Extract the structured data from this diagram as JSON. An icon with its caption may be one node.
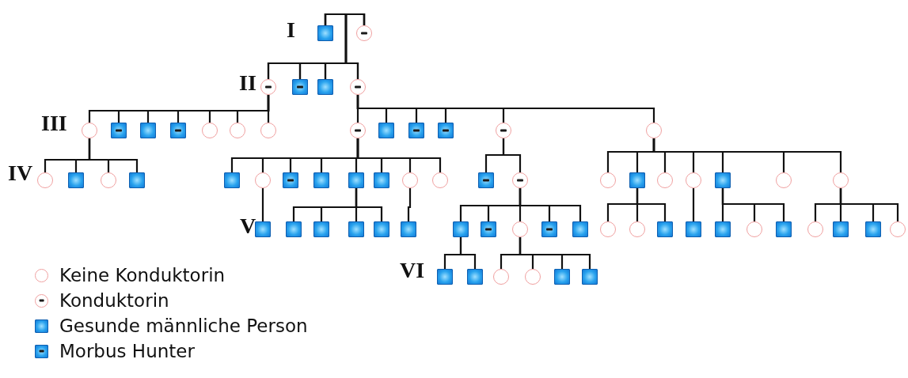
{
  "diagram": {
    "nodes": [
      {
        "text": [],
        "shape": "box"
      },
      {
        "text": [],
        "shape": "minus-circle"
      },
      {
        "text": [],
        "shape": "minus-circle"
      },
      {
        "text": [],
        "shape": "minus-box"
      },
      {
        "text": [],
        "shape": "box"
      },
      {
        "text": [],
        "shape": "minus-circle"
      },
      {
        "text": [],
        "shape": "circle"
      },
      {
        "text": [],
        "shape": "minus-box"
      },
      {
        "text": [],
        "shape": "box"
      },
      {
        "text": [],
        "shape": "minus-box"
      },
      {
        "text": [],
        "shape": "circle"
      },
      {
        "text": [],
        "shape": "circle"
      },
      {
        "text": [],
        "shape": "circle"
      },
      {
        "text": [],
        "shape": "minus-circle"
      },
      {
        "text": [],
        "shape": "box"
      },
      {
        "text": [],
        "shape": "minus-box"
      },
      {
        "text": [],
        "shape": "minus-box"
      },
      {
        "text": [],
        "shape": "minus-circle"
      },
      {
        "text": [],
        "shape": "circle"
      },
      {
        "text": [],
        "shape": "circle"
      },
      {
        "text": [],
        "shape": "box"
      },
      {
        "text": [],
        "shape": "circle"
      },
      {
        "text": [],
        "shape": "box"
      },
      {
        "text": [],
        "shape": "box"
      },
      {
        "text": [],
        "shape": "circle"
      },
      {
        "text": [],
        "shape": "minus-box"
      },
      {
        "text": [],
        "shape": "box"
      },
      {
        "text": [],
        "shape": "box"
      },
      {
        "text": [],
        "shape": "box"
      },
      {
        "text": [],
        "shape": "circle"
      },
      {
        "text": [],
        "shape": "circle"
      },
      {
        "text": [],
        "shape": "minus-box"
      },
      {
        "text": [],
        "shape": "minus-circle"
      },
      {
        "text": [],
        "shape": "circle"
      },
      {
        "text": [],
        "shape": "box"
      },
      {
        "text": [],
        "shape": "circle"
      },
      {
        "text": [],
        "shape": "circle"
      },
      {
        "text": [],
        "shape": "box"
      },
      {
        "text": [],
        "shape": "circle"
      },
      {
        "text": [],
        "shape": "circle"
      },
      {
        "text": [],
        "shape": "box"
      },
      {
        "text": [],
        "shape": "box"
      },
      {
        "text": [],
        "shape": "box"
      },
      {
        "text": [],
        "shape": "box"
      },
      {
        "text": [],
        "shape": "box"
      },
      {
        "text": [],
        "shape": "box"
      },
      {
        "text": [],
        "shape": "box"
      },
      {
        "text": [],
        "shape": "minus-box"
      },
      {
        "text": [],
        "shape": "circle"
      },
      {
        "text": [],
        "shape": "minus-box"
      },
      {
        "text": [],
        "shape": "box"
      },
      {
        "text": [],
        "shape": "circle"
      },
      {
        "text": [],
        "shape": "circle"
      },
      {
        "text": [],
        "shape": "box"
      },
      {
        "text": [],
        "shape": "box"
      },
      {
        "text": [],
        "shape": "box"
      },
      {
        "text": [],
        "shape": "circle"
      },
      {
        "text": [],
        "shape": "box"
      },
      {
        "text": [],
        "shape": "circle"
      },
      {
        "text": [],
        "shape": "box"
      },
      {
        "text": [],
        "shape": "box"
      },
      {
        "text": [],
        "shape": "circle"
      },
      {
        "text": [],
        "shape": "box"
      },
      {
        "text": [],
        "shape": "box"
      },
      {
        "text": [],
        "shape": "circle"
      },
      {
        "text": [],
        "shape": "circle"
      },
      {
        "text": [],
        "shape": "box"
      },
      {
        "text": [],
        "shape": "box"
      }
    ],
    "edges": [
      {
        "from": 0,
        "to": 2,
        "arrow": "none"
      },
      {
        "from": 0,
        "to": 3,
        "arrow": "none"
      },
      {
        "from": 0,
        "to": 4,
        "arrow": "none"
      },
      {
        "from": 0,
        "to": 5,
        "arrow": "none"
      },
      {
        "from": 1,
        "to": 2,
        "arrow": "none"
      },
      {
        "from": 1,
        "to": 3,
        "arrow": "none"
      },
      {
        "from": 1,
        "to": 4,
        "arrow": "none"
      },
      {
        "from": 1,
        "to": 5,
        "arrow": "none"
      },
      {
        "from": 2,
        "to": 6,
        "arrow": "none"
      },
      {
        "from": 2,
        "to": 7,
        "arrow": "none"
      },
      {
        "from": 2,
        "to": 8,
        "arrow": "none"
      },
      {
        "from": 2,
        "to": 9,
        "arrow": "none"
      },
      {
        "from": 2,
        "to": 10,
        "arrow": "none"
      },
      {
        "from": 2,
        "to": 11,
        "arrow": "none"
      },
      {
        "from": 2,
        "to": 12,
        "arrow": "none"
      },
      {
        "from": 5,
        "to": 13,
        "arrow": "none"
      },
      {
        "from": 5,
        "to": 14,
        "arrow": "none"
      },
      {
        "from": 5,
        "to": 15,
        "arrow": "none"
      },
      {
        "from": 5,
        "to": 16,
        "arrow": "none"
      },
      {
        "from": 5,
        "to": 17,
        "arrow": "none"
      },
      {
        "from": 5,
        "to": 18,
        "arrow": "none"
      },
      {
        "from": 6,
        "to": 19,
        "arrow": "none"
      },
      {
        "from": 6,
        "to": 20,
        "arrow": "none"
      },
      {
        "from": 6,
        "to": 21,
        "arrow": "none"
      },
      {
        "from": 6,
        "to": 22,
        "arrow": "none"
      },
      {
        "from": 13,
        "to": 23,
        "arrow": "none"
      },
      {
        "from": 13,
        "to": 24,
        "arrow": "none"
      },
      {
        "from": 13,
        "to": 25,
        "arrow": "none"
      },
      {
        "from": 13,
        "to": 26,
        "arrow": "none"
      },
      {
        "from": 13,
        "to": 27,
        "arrow": "none"
      },
      {
        "from": 13,
        "to": 28,
        "arrow": "none"
      },
      {
        "from": 13,
        "to": 29,
        "arrow": "none"
      },
      {
        "from": 13,
        "to": 30,
        "arrow": "none"
      },
      {
        "from": 17,
        "to": 31,
        "arrow": "none"
      },
      {
        "from": 17,
        "to": 32,
        "arrow": "none"
      },
      {
        "from": 18,
        "to": 33,
        "arrow": "none"
      },
      {
        "from": 18,
        "to": 34,
        "arrow": "none"
      },
      {
        "from": 18,
        "to": 35,
        "arrow": "none"
      },
      {
        "from": 18,
        "to": 36,
        "arrow": "none"
      },
      {
        "from": 18,
        "to": 37,
        "arrow": "none"
      },
      {
        "from": 18,
        "to": 38,
        "arrow": "none"
      },
      {
        "from": 18,
        "to": 39,
        "arrow": "none"
      },
      {
        "from": 24,
        "to": 40,
        "arrow": "none"
      },
      {
        "from": 27,
        "to": 41,
        "arrow": "none"
      },
      {
        "from": 27,
        "to": 42,
        "arrow": "none"
      },
      {
        "from": 27,
        "to": 43,
        "arrow": "none"
      },
      {
        "from": 27,
        "to": 44,
        "arrow": "none"
      },
      {
        "from": 29,
        "to": 45,
        "arrow": "none"
      },
      {
        "from": 32,
        "to": 46,
        "arrow": "none"
      },
      {
        "from": 32,
        "to": 47,
        "arrow": "none"
      },
      {
        "from": 32,
        "to": 48,
        "arrow": "none"
      },
      {
        "from": 32,
        "to": 49,
        "arrow": "none"
      },
      {
        "from": 32,
        "to": 50,
        "arrow": "none"
      },
      {
        "from": 34,
        "to": 51,
        "arrow": "none"
      },
      {
        "from": 34,
        "to": 52,
        "arrow": "none"
      },
      {
        "from": 34,
        "to": 53,
        "arrow": "none"
      },
      {
        "from": 36,
        "to": 54,
        "arrow": "none"
      },
      {
        "from": 37,
        "to": 55,
        "arrow": "none"
      },
      {
        "from": 37,
        "to": 56,
        "arrow": "none"
      },
      {
        "from": 37,
        "to": 57,
        "arrow": "none"
      },
      {
        "from": 39,
        "to": 58,
        "arrow": "none"
      },
      {
        "from": 39,
        "to": 59,
        "arrow": "none"
      },
      {
        "from": 39,
        "to": 60,
        "arrow": "none"
      },
      {
        "from": 39,
        "to": 61,
        "arrow": "none"
      },
      {
        "from": 46,
        "to": 62,
        "arrow": "none"
      },
      {
        "from": 46,
        "to": 63,
        "arrow": "none"
      },
      {
        "from": 48,
        "to": 64,
        "arrow": "none"
      },
      {
        "from": 48,
        "to": 65,
        "arrow": "none"
      },
      {
        "from": 48,
        "to": 66,
        "arrow": "none"
      },
      {
        "from": 48,
        "to": 67,
        "arrow": "none"
      }
    ],
    "labels": [
      "I",
      "II",
      "III",
      "IV",
      "V",
      "VI"
    ],
    "legend": [
      {
        "text": "Keine Konduktorin"
      },
      {
        "text": "Konduktorin"
      },
      {
        "text": "Gesunde männliche Person"
      },
      {
        "text": "Morbus Hunter"
      }
    ]
  }
}
